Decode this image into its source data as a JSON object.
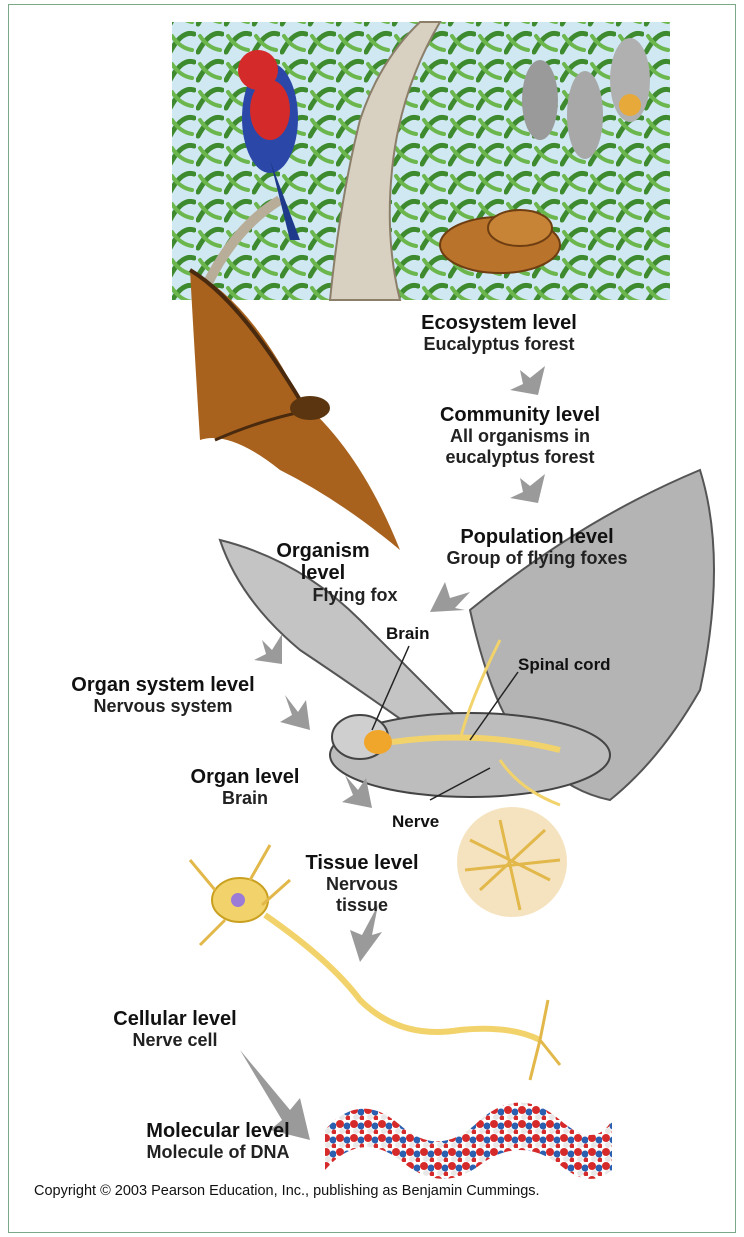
{
  "levels": {
    "ecosystem": {
      "title": "Ecosystem level",
      "sub": "Eucalyptus forest"
    },
    "community": {
      "title": "Community level",
      "sub1": "All organisms in",
      "sub2": "eucalyptus forest"
    },
    "population": {
      "title": "Population level",
      "sub": "Group of flying foxes"
    },
    "organism": {
      "title1": "Organism",
      "title2": "level",
      "sub": "Flying fox"
    },
    "organ_system": {
      "title": "Organ system level",
      "sub": "Nervous system"
    },
    "organ": {
      "title": "Organ level",
      "sub": "Brain"
    },
    "tissue": {
      "title": "Tissue level",
      "sub1": "Nervous",
      "sub2": "tissue"
    },
    "cellular": {
      "title": "Cellular level",
      "sub": "Nerve cell"
    },
    "molecular": {
      "title": "Molecular level",
      "sub": "Molecule of DNA"
    }
  },
  "parts": {
    "brain": "Brain",
    "spinal_cord": "Spinal cord",
    "nerve": "Nerve"
  },
  "copyright": "Copyright © 2003 Pearson Education, Inc., publishing as Benjamin Cummings.",
  "colors": {
    "arrow": "#9a9a9a",
    "frame": "#7aa889",
    "nerve": "#f2d36b",
    "forest_green": "#4f9a3a"
  }
}
